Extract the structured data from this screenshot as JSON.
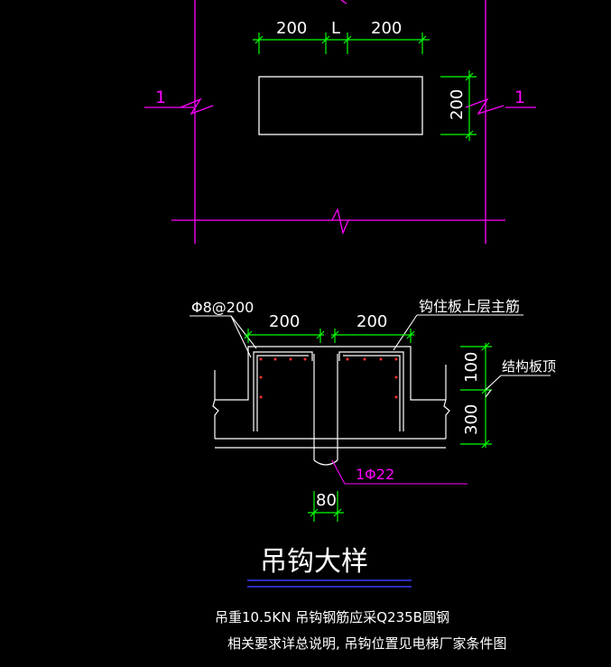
{
  "plan_view": {
    "dim_left": "200",
    "dim_mid": "L",
    "dim_right": "200",
    "dim_height": "200",
    "section_mark_left": "1",
    "section_mark_right": "1"
  },
  "section_view": {
    "rebar_note": "Φ8@200",
    "dim_left": "200",
    "dim_right": "200",
    "anchor_note": "钩住板上层主筋",
    "dim_top": "100",
    "dim_bottom": "300",
    "slab_top_note": "结构板顶",
    "bar_note": "1Φ22",
    "dim_width": "80"
  },
  "title": {
    "text": "吊钩大样"
  },
  "notes": {
    "line1": "吊重10.5KN  吊钩钢筋应采Q235B圆钢",
    "line2": "相关要求详总说明,      吊钩位置见电梯厂家条件图"
  },
  "colors": {
    "background": "#000000",
    "grid": "#ff00ff",
    "dimension": "#00ff00",
    "outline": "#ffffff",
    "rebar": "#ff3030",
    "title_underline": "#3a3aff"
  }
}
